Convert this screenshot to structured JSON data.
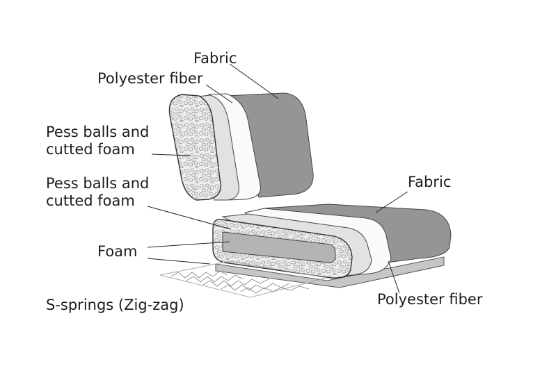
{
  "labels": {
    "back_fabric": "Fabric",
    "back_fiber": "Polyester fiber",
    "back_core_line1": "Pess balls and",
    "back_core_line2": "cutted foam",
    "seat_core_line1": "Pess balls and",
    "seat_core_line2": "cutted foam",
    "seat_foam": "Foam",
    "springs": "S-springs (Zig-zag)",
    "seat_fabric": "Fabric",
    "seat_fiber": "Polyester fiber"
  },
  "colors": {
    "fabric": "#959595",
    "fiber": "#fafafa",
    "core": "#e4e4e4",
    "foam": "#b4b4b4",
    "base": "#c6c6c6",
    "outline": "#444444"
  }
}
